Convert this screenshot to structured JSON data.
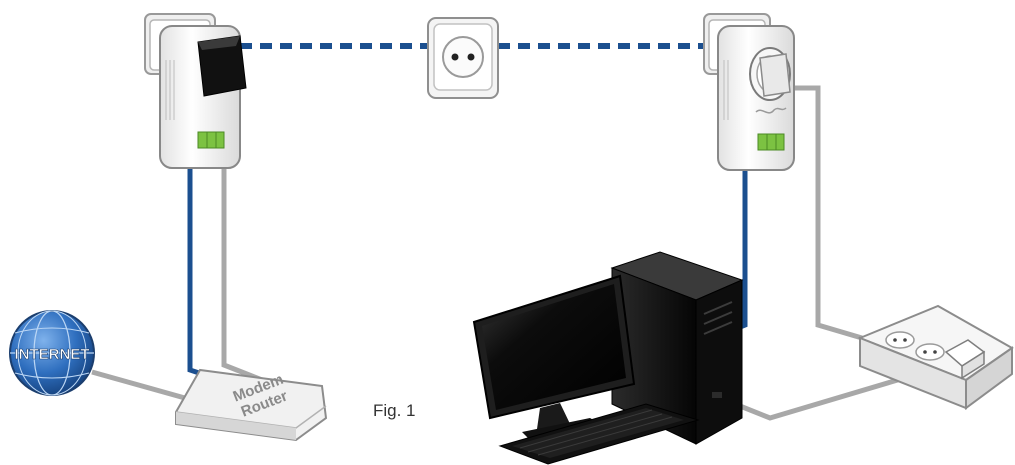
{
  "colors": {
    "powerline": "#1b4f8f",
    "ethernet": "#1b4f8f",
    "power_cable": "#a8a8a8",
    "device_body": "#f2f2f2",
    "device_outline": "#9a9a9a",
    "status_green": "#7cc242",
    "globe": "#2f6fbf",
    "black_device": "#151515"
  },
  "labels": {
    "internet": "INTERNET",
    "router_line1": "Modem",
    "router_line2": "Router",
    "figure_caption": "Fig. 1"
  },
  "icons": {
    "globe": "internet-globe-icon",
    "wall_socket": "wall-socket-icon",
    "left_adapter": "powerline-adapter-icon",
    "right_adapter": "powerline-adapter-passthrough-icon",
    "router": "modem-router-icon",
    "computer_monitor": "monitor-icon",
    "computer_tower": "pc-tower-icon",
    "keyboard": "keyboard-icon",
    "power_strip": "power-strip-icon"
  }
}
